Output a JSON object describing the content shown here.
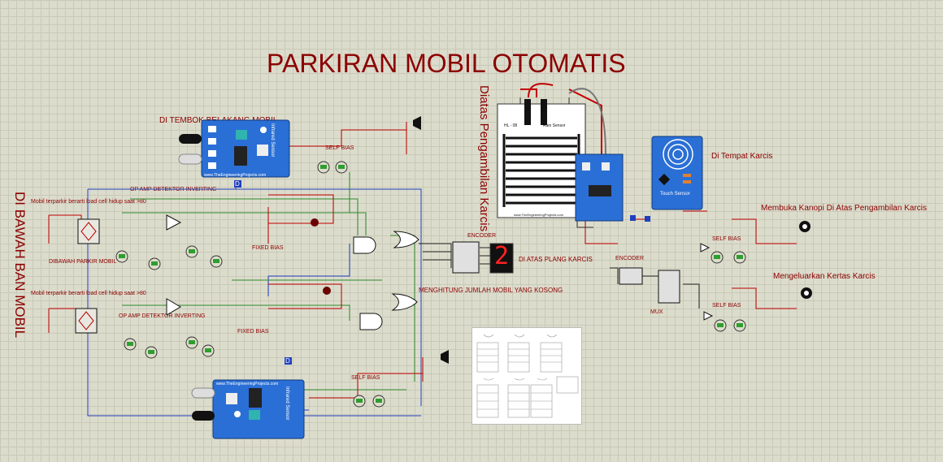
{
  "title": "PARKIRAN MOBIL OTOMATIS",
  "labels": {
    "rear_wall": "DI TEMBOK BELAKANG MOBIL",
    "under_car": "DI BAWAH BAN MOBIL",
    "above_ticket": "Diatas Pengambilan Karcis",
    "ticket_place": "Di Tempat Karcis",
    "canopy_open": "Membuka Kanopi Di Atas Pengambilan Karcis",
    "ticket_out": "Mengeluarkan Kertas Karcis",
    "gate_display": "DI ATAS PLANG KARCIS",
    "count_empty": "MENGHITUNG JUMLAH MOBIL YANG KOSONG",
    "encoder1": "ENCODER",
    "encoder2": "ENCODER",
    "mux": "MUX",
    "self_bias_top": "SELF BIAS",
    "self_bias_bottom": "SELF BIAS",
    "self_bias_right1": "SELF BIAS",
    "self_bias_right2": "SELF BIAS",
    "fixed_bias_top": "FIXED BIAS",
    "fixed_bias_bottom": "FIXED BIAS",
    "opamp_detector": "OP AMP DETEKTOR INVERTING",
    "opamp_bottom": "OP AMP DETEKTOR INVERTING",
    "loadcell_note_top": "Mobil terparkir berarti load cell hidup saat >80",
    "loadcell_note_bottom": "Mobil terparkir berarti load cell hidup saat >80",
    "under_parking": "DIBAWAH PARKIR MOBIL"
  },
  "display": {
    "digit": "2"
  },
  "sensors": {
    "ir_title": "Infrared Sensor",
    "ir_site": "www.TheEngineeringProjects.com",
    "rain_model": "HL - 08",
    "rain_title": "Rain Sensor",
    "rain_site": "www.TheEngineeringProjects.com",
    "touch_title": "Touch Sensor"
  },
  "pin_markers": {
    "top": "D",
    "bottom": "D"
  },
  "colors": {
    "title": "#8b0000",
    "wire_red": "#c00000",
    "wire_blue": "#1f3fbf",
    "wire_green": "#2e8b2e",
    "sensor_blue": "#2a6fd6",
    "display_red": "#ff2222",
    "background": "#dcdccc"
  }
}
